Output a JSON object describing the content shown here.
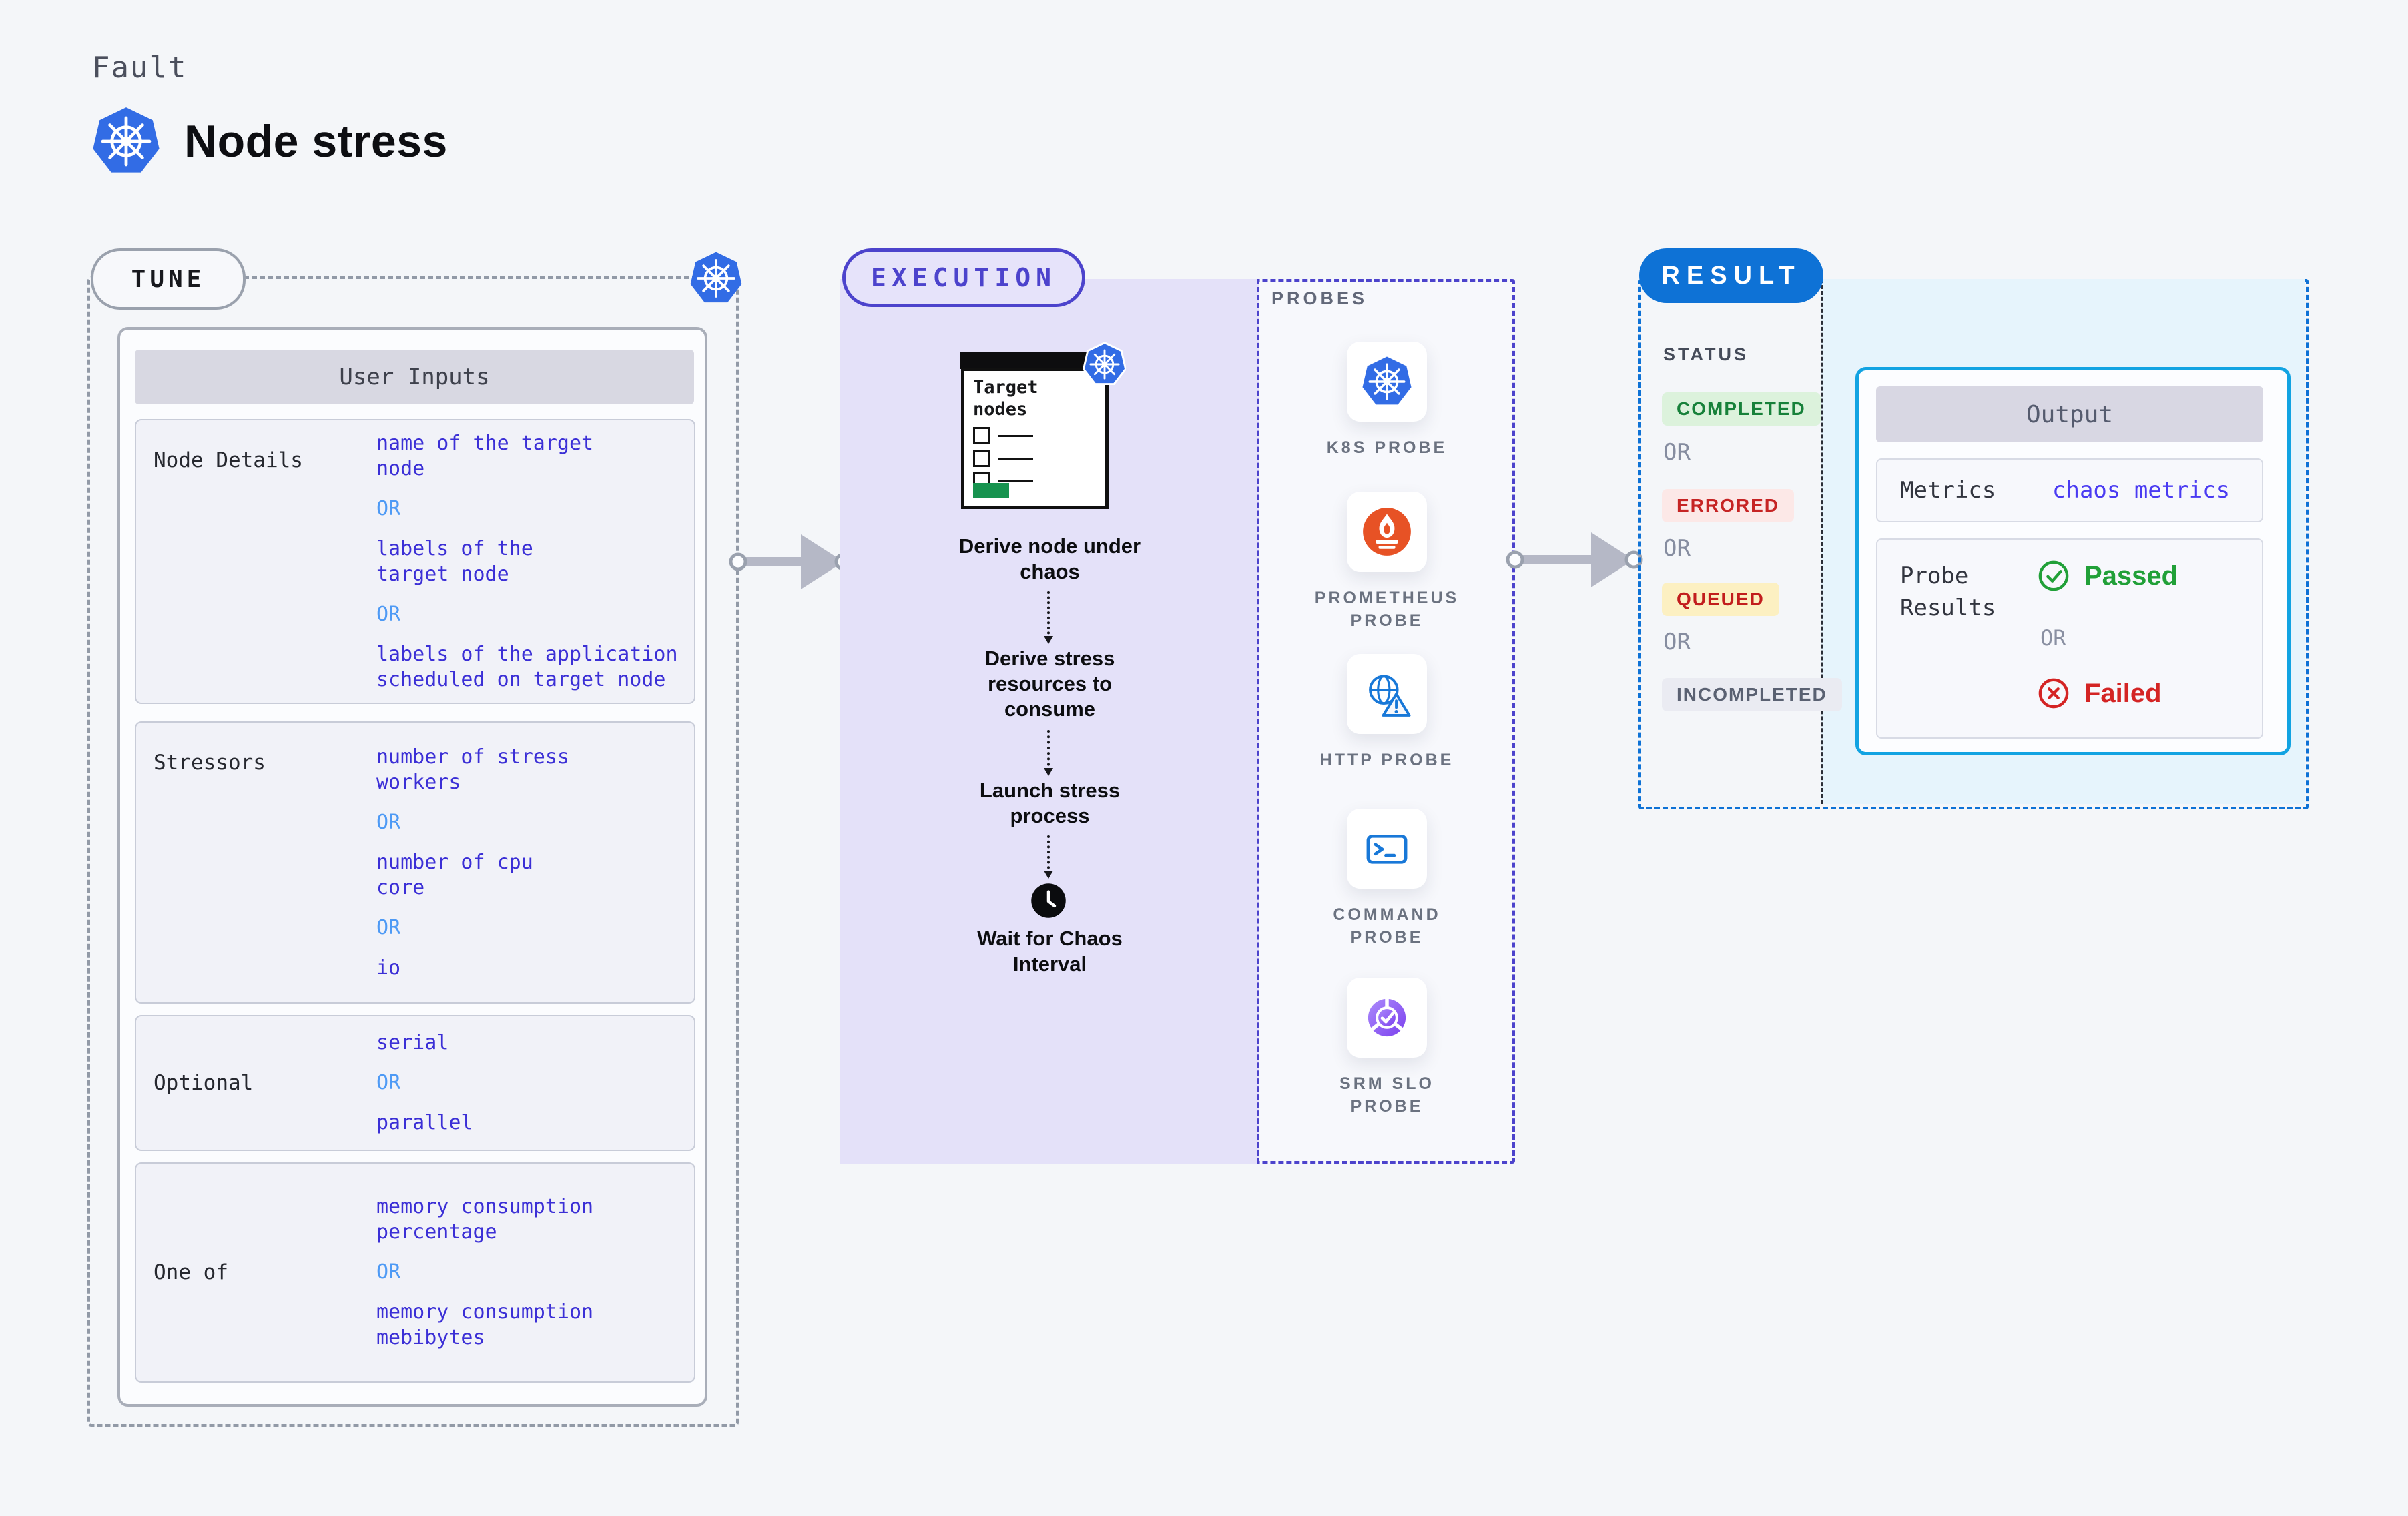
{
  "page": {
    "kicker": "Fault",
    "title": "Node stress"
  },
  "tune": {
    "badge": "TUNE",
    "table_title": "User Inputs",
    "rows": [
      {
        "label": "Node Details",
        "items": [
          "name of the target\nnode",
          "OR",
          "labels of the\ntarget node",
          "OR",
          "labels of the application\n scheduled on target node"
        ]
      },
      {
        "label": "Stressors",
        "items": [
          "number of stress\nworkers",
          "OR",
          "number of cpu\ncore",
          "OR",
          "io"
        ]
      },
      {
        "label": "Optional",
        "items": [
          "serial",
          "OR",
          "parallel"
        ]
      },
      {
        "label": "One of",
        "items": [
          "memory consumption\npercentage",
          "OR",
          "memory consumption\nmebibytes"
        ]
      }
    ]
  },
  "execution": {
    "badge": "EXECUTION",
    "clipboard_title": "Target\nnodes",
    "steps": [
      "Derive node under\nchaos",
      "Derive stress\nresources to\nconsume",
      "Launch stress\nprocess",
      "Wait for Chaos\nInterval"
    ]
  },
  "probes": {
    "title": "PROBES",
    "items": [
      {
        "label": "K8S PROBE",
        "icon": "kubernetes-icon"
      },
      {
        "label": "PROMETHEUS\nPROBE",
        "icon": "prometheus-icon"
      },
      {
        "label": "HTTP PROBE",
        "icon": "http-globe-icon"
      },
      {
        "label": "COMMAND\nPROBE",
        "icon": "terminal-icon"
      },
      {
        "label": "SRM SLO\nPROBE",
        "icon": "slo-pie-check-icon"
      }
    ]
  },
  "result": {
    "badge": "RESULT",
    "status_title": "STATUS",
    "statuses": [
      {
        "label": "COMPLETED",
        "style": "green"
      },
      {
        "label": "OR",
        "style": "or"
      },
      {
        "label": "ERRORED",
        "style": "red"
      },
      {
        "label": "OR",
        "style": "or"
      },
      {
        "label": "QUEUED",
        "style": "yellow"
      },
      {
        "label": "OR",
        "style": "or"
      },
      {
        "label": "INCOMPLETED",
        "style": "gray"
      }
    ],
    "output": {
      "title": "Output",
      "metrics_label": "Metrics",
      "metrics_value": "chaos metrics",
      "probe_results_label": "Probe\nResults",
      "passed_label": "Passed",
      "or_label": "OR",
      "failed_label": "Failed"
    }
  },
  "colors": {
    "accent_indigo": "#4c43cc",
    "value_indigo": "#3b2fd6",
    "or_blue": "#4e9af5",
    "result_blue": "#0e72d6",
    "output_cyan": "#12a3e2",
    "passed_green": "#21a038",
    "failed_red": "#d42424",
    "k8s_blue": "#326ce5",
    "prometheus_orange": "#e75225",
    "progress_green": "#17934f"
  }
}
